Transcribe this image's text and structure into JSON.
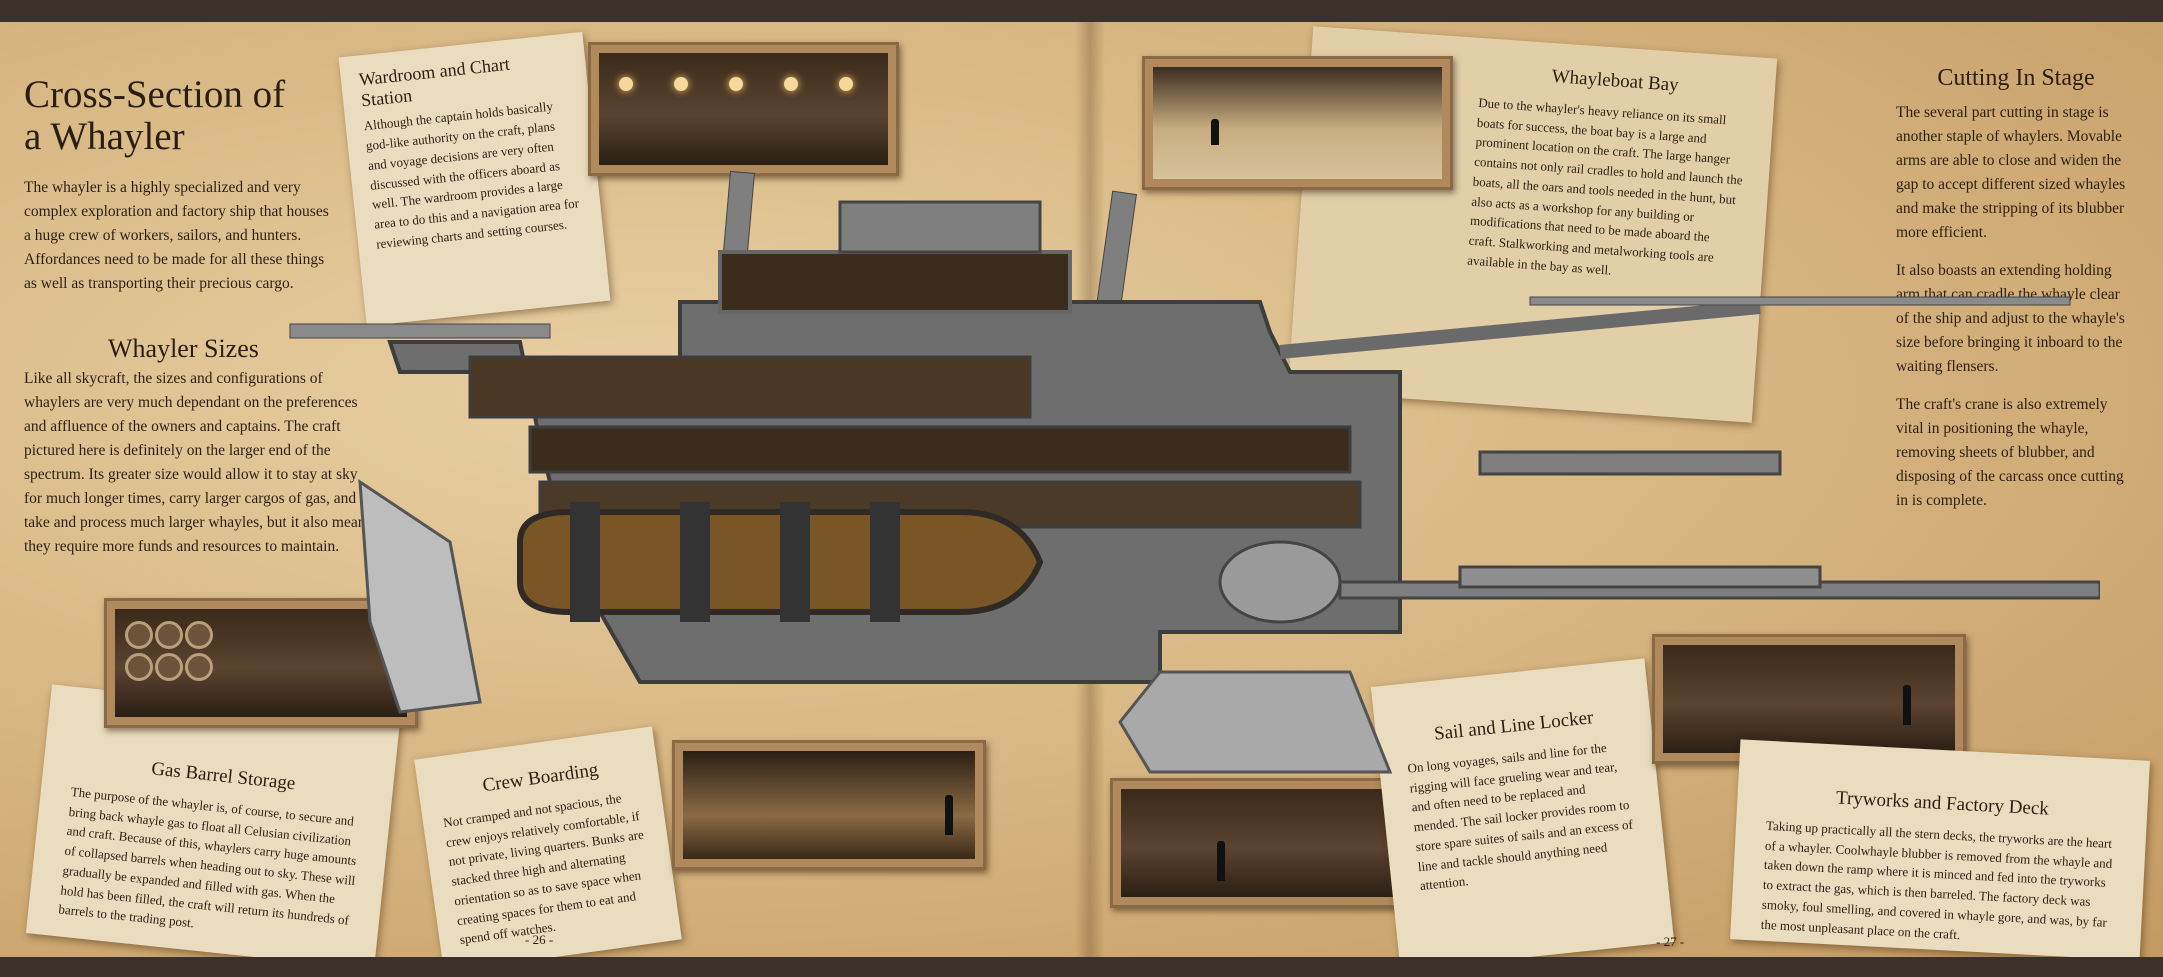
{
  "left_page": {
    "title_line1": "Cross-Section of",
    "title_line2": "a Whayler",
    "intro": "The whayler is a highly specialized and very complex exploration and factory ship that houses a huge crew of workers, sailors, and hunters. Affordances need to be made for all these things as well as transporting their precious cargo.",
    "sizes_heading": "Whayler Sizes",
    "sizes_text": "Like all skycraft, the sizes and configurations of whaylers are very much dependant on the preferences and affluence of the owners and captains. The craft pictured here is definitely on the larger end of the spectrum. Its greater size would allow it to stay at sky for much longer times, carry larger cargos of gas, and take and process much larger whayles, but it also means they require more funds and resources to maintain.",
    "page_number": "- 26 -"
  },
  "right_page": {
    "page_number": "- 27 -"
  },
  "cards": {
    "wardroom": {
      "title_line1": "Wardroom and Chart",
      "title_line2": "Station",
      "text": "Although the captain holds basically god-like authority on the craft, plans and voyage decisions are very often discussed with the officers aboard as well. The wardroom provides a large area to do this and a navigation area for reviewing charts and setting courses."
    },
    "whayleboat": {
      "title": "Whayleboat Bay",
      "text": "Due to the whayler's heavy reliance on its small boats for success, the boat bay is a large and prominent location on the craft. The large hanger contains not only rail cradles to hold and launch the boats, all the oars and tools needed in the hunt, but also acts as a workshop for any building or modifications that need to be made aboard the craft. Stalkworking and metalworking tools are available in the bay as well."
    },
    "cutting": {
      "title": "Cutting In Stage",
      "text1": "The several part cutting in stage is another staple of whaylers. Movable arms are able to close and widen the gap to accept different sized whayles and make the stripping of its blubber more efficient.",
      "text2": "It also boasts an extending holding arm that can cradle the whayle clear of the ship and adjust to the whayle's size before bringing it inboard to the waiting flensers.",
      "text3": "The craft's crane is also extremely vital in positioning the whayle, removing sheets of blubber, and disposing of the carcass once cutting in is complete."
    },
    "gas": {
      "title": "Gas Barrel Storage",
      "text": "The purpose of the whayler is, of course, to secure and bring back whayle gas to float all Celusian civilization and craft. Because of this, whaylers carry huge amounts of collapsed barrels when heading out to sky. These will gradually be expanded and filled with gas. When the hold has been filled, the craft will return its hundreds of barrels to the trading post."
    },
    "crew": {
      "title": "Crew Boarding",
      "text": "Not cramped and not spacious, the crew enjoys relatively comfortable, if not private, living quarters. Bunks are stacked three high and alternating orientation so as to save space when creating spaces for them to eat and spend off watches."
    },
    "sail": {
      "title": "Sail and Line Locker",
      "text": "On long voyages, sails and line for the rigging will face grueling wear and tear, and often need to be replaced and mended. The sail locker provides room to store spare suites of sails and an excess of line and tackle should anything need attention."
    },
    "tryworks": {
      "title": "Tryworks and Factory Deck",
      "text": "Taking up practically all the stern decks, the tryworks are the heart of a whayler. Coolwhayle blubber is removed from the whayle and taken down the ramp where it is minced and fed into the tryworks to extract the gas, which is then barreled. The factory deck was smoky, foul smelling, and covered in whayle gore, and was, by far the most unpleasant place on the craft."
    }
  },
  "colors": {
    "parchment": "#eadcbe",
    "hull": "#8e8e8e",
    "ink": "#2a1e12"
  }
}
